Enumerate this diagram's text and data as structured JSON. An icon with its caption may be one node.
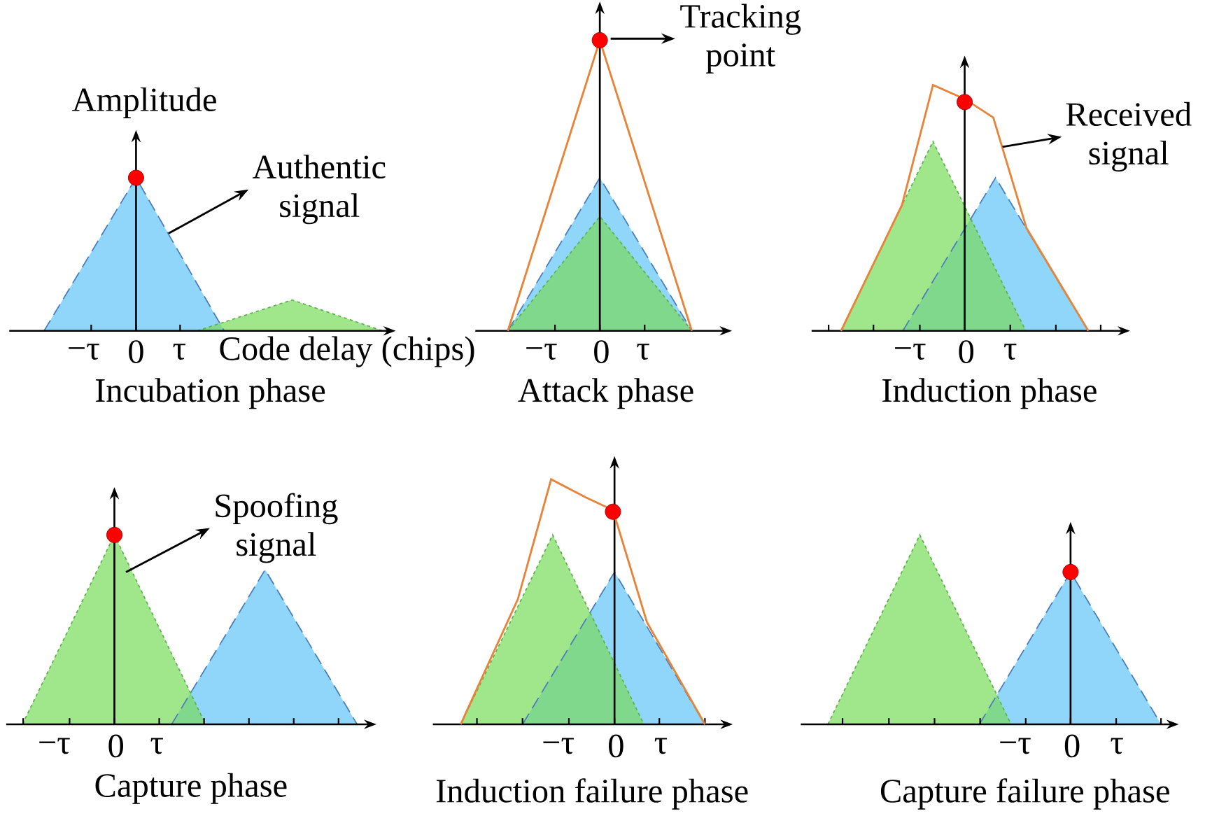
{
  "diagram": {
    "nodes": [
      {
        "text": [
          "Authentic signal"
        ]
      },
      {
        "text": [
          "Tracking point"
        ]
      },
      {
        "text": [
          "Received signal"
        ]
      },
      {
        "text": [
          "Spoofing signal"
        ]
      }
    ],
    "edges": [
      {
        "from": null,
        "to": 0,
        "arrow": "to"
      },
      {
        "from": null,
        "to": 1,
        "arrow": "to"
      },
      {
        "from": null,
        "to": 2,
        "arrow": "to"
      },
      {
        "from": null,
        "to": 3,
        "arrow": "to"
      }
    ],
    "labels": [
      "Amplitude",
      "−τ",
      "0",
      "τ",
      "Code delay (chips)",
      "Incubation phase",
      "−τ",
      "0",
      "τ",
      "Attack phase",
      "−τ",
      "0",
      "τ",
      "Induction phase",
      "−τ",
      "0",
      "τ",
      "Capture phase",
      "−τ",
      "0",
      "τ",
      "Induction failure phase",
      "−τ",
      "0",
      "τ",
      "Capture failure phase"
    ]
  }
}
